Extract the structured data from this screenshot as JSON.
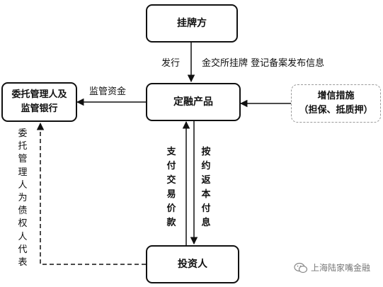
{
  "nodes": {
    "issuer": "挂牌方",
    "product": "定融产品",
    "investor": "投资人",
    "trustee_line1": "委托管理人及",
    "trustee_line2": "监管银行",
    "credit_line1": "增信措施",
    "credit_line2": "（担保、抵质押）"
  },
  "edges": {
    "issue": "发行",
    "listing": "金交所挂牌 登记备案发布信息",
    "custody_funds": "监管资金",
    "pay_price": "支付交易价款",
    "repay": "按约返本付息",
    "trustee_rep": "委托管理人为债权人代表"
  },
  "watermark": "上海陆家嘴金融",
  "colors": {
    "line": "#111111",
    "dashed_border": "#9a9a9a"
  }
}
